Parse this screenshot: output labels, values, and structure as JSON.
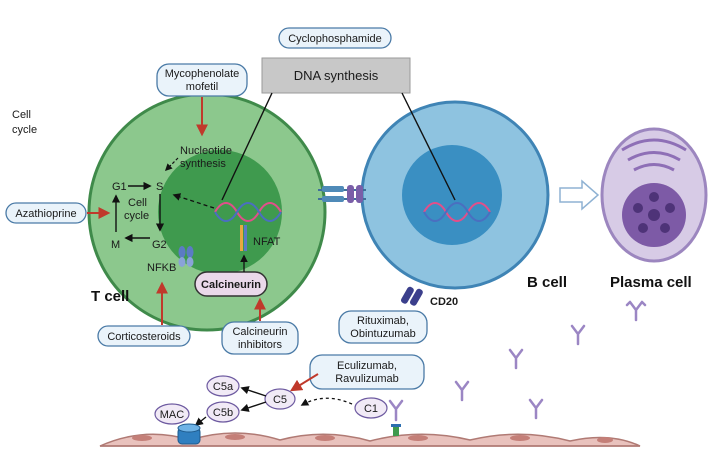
{
  "labels": {
    "cell_cycle_side": [
      "Cell",
      "cycle"
    ],
    "cyclophosphamide": "Cyclophosphamide",
    "dna_synthesis": "DNA synthesis",
    "mycophenolate": [
      "Mycophenolate",
      "mofetil"
    ],
    "nucleotide": [
      "Nucleotide",
      "synthesis"
    ],
    "cycle_g1": "G1",
    "cycle_s": "S",
    "cycle_m": "M",
    "cycle_g2": "G2",
    "cell_cycle_inner": [
      "Cell",
      "cycle"
    ],
    "azathioprine": "Azathioprine",
    "nfkb": "NFKB",
    "nfat": "NFAT",
    "calcineurin": "Calcineurin",
    "t_cell": "T cell",
    "corticosteroids": "Corticosteroids",
    "calcineurin_inhibitors": [
      "Calcineurin",
      "inhibitors"
    ],
    "b_cell": "B cell",
    "cd20": "CD20",
    "rituximab": [
      "Rituximab,",
      "Obintuzumab"
    ],
    "plasma_cell": "Plasma cell",
    "eculizumab": [
      "Eculizumab,",
      "Ravulizumab"
    ],
    "c5a": "C5a",
    "c5": "C5",
    "c5b": "C5b",
    "c1": "C1",
    "mac": "MAC"
  },
  "colors": {
    "tcell_outer": "#8cc88d",
    "tcell_inner": "#3f9a4e",
    "bcell_outer": "#8ec3e0",
    "bcell_inner": "#3a8fc2",
    "plasma": "#d7cbe6",
    "plasma_nucleus": "#7d5aa6",
    "drug_box_fill": "#eaf3fa",
    "drug_box_stroke": "#4a7aa6",
    "inhibit_arrow": "#c0392b",
    "antibody": "#9b86c4",
    "endothelium": "#e9c2bd"
  }
}
